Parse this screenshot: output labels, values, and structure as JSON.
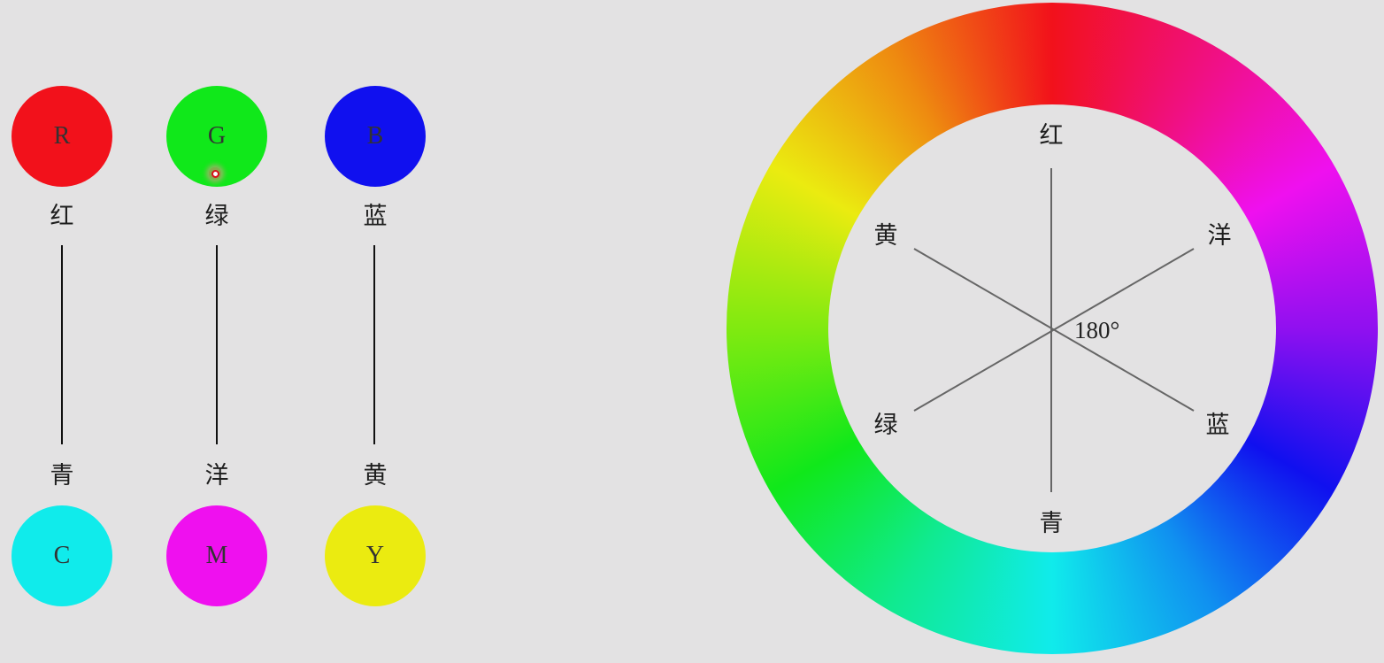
{
  "primaries": [
    {
      "letter": "R",
      "name": "红",
      "color": "#f2111b"
    },
    {
      "letter": "G",
      "name": "绿",
      "color": "#10e81a"
    },
    {
      "letter": "B",
      "name": "蓝",
      "color": "#1010ef"
    }
  ],
  "complements": [
    {
      "letter": "C",
      "name": "青",
      "color": "#10ebeb"
    },
    {
      "letter": "M",
      "name": "洋",
      "color": "#ef10ef"
    },
    {
      "letter": "Y",
      "name": "黄",
      "color": "#ebeb10"
    }
  ],
  "wheel": {
    "labels": {
      "top": "红",
      "upper_right": "洋",
      "lower_right": "蓝",
      "bottom": "青",
      "lower_left": "绿",
      "upper_left": "黄"
    },
    "angle": "180°"
  },
  "colors": {
    "background": "#e3e2e3",
    "line": "#111111",
    "wheel_line": "#666666"
  }
}
